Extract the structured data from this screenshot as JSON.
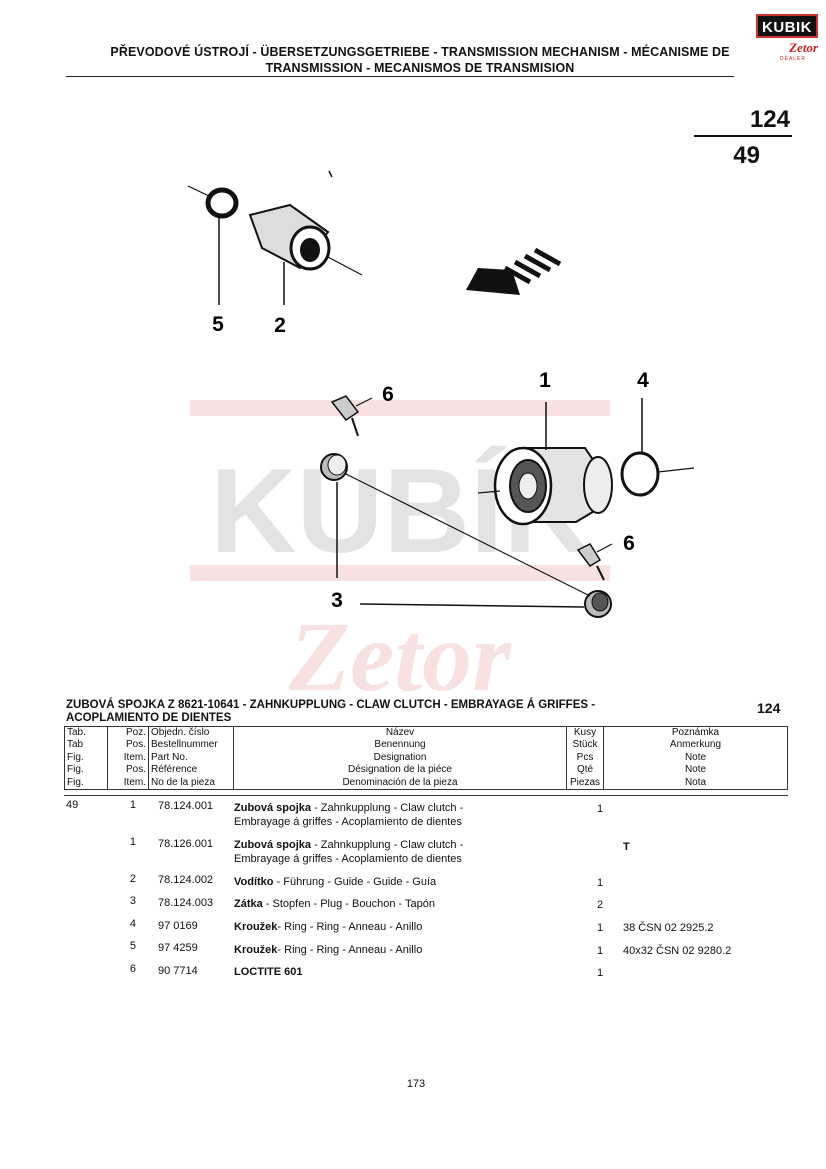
{
  "header": {
    "title_line1": "PŘEVODOVÉ ÚSTROJÍ - ÜBERSETZUNGSGETRIEBE - TRANSMISSION MECHANISM - MÉCANISME DE",
    "title_line2": "TRANSMISSION - MECANISMOS DE TRANSMISION",
    "logo_brand": "KUBIK",
    "logo_sub": "Zetor",
    "logo_dealer": "DEALER"
  },
  "page_ref": {
    "top": "124",
    "bottom": "49"
  },
  "diagram": {
    "callouts": [
      "1",
      "2",
      "3",
      "4",
      "5",
      "6",
      "6"
    ],
    "watermark": "KUBÍK"
  },
  "section": {
    "title_line1": "ZUBOVÁ SPOJKA Z 8621-10641 - ZAHNKUPPLUNG - CLAW CLUTCH - EMBRAYAGE Á GRIFFES -",
    "title_line2": "ACOPLAMIENTO DE DIENTES",
    "number": "124"
  },
  "table_header": {
    "fig": [
      "Tab.",
      "Tab",
      "Fig.",
      "Fig.",
      "Fig."
    ],
    "pos": [
      "Poz.",
      "Pos.",
      "Item.",
      "Pos.",
      "Item."
    ],
    "part": [
      "Objedn. číslo",
      "Bestellnummer",
      "Part No.",
      "Référence",
      "No de la pieza"
    ],
    "name": [
      "Název",
      "Benennung",
      "Designation",
      "Désignation de la piéce",
      "Denominación de la pieza"
    ],
    "qty": [
      "Kusy",
      "Stück",
      "Pcs",
      "Qté",
      "Piezas"
    ],
    "note": [
      "Poznámka",
      "Anmerkung",
      "Note",
      "Note",
      "Nota"
    ]
  },
  "rows": [
    {
      "fig": "49",
      "pos": "1",
      "part": "78.124.001",
      "name_bold": "Zubová spojka",
      "name_rest": " - Zahnkupplung - Claw clutch -",
      "name_line2": "Embrayage á griffes - Acoplamiento de dientes",
      "qty": "1",
      "note": ""
    },
    {
      "fig": "",
      "pos": "1",
      "part": "78.126.001",
      "name_bold": "Zubová spojka",
      "name_rest": " - Zahnkupplung - Claw clutch -",
      "name_line2": "Embrayage á griffes - Acoplamiento de dientes",
      "qty": "",
      "note": "T"
    },
    {
      "fig": "",
      "pos": "2",
      "part": "78.124.002",
      "name_bold": "Vodítko",
      "name_rest": " - Führung - Guide - Guide - Guía",
      "name_line2": "",
      "qty": "1",
      "note": ""
    },
    {
      "fig": "",
      "pos": "3",
      "part": "78.124.003",
      "name_bold": "Zátka",
      "name_rest": " - Stopfen - Plug - Bouchon - Tapón",
      "name_line2": "",
      "qty": "2",
      "note": ""
    },
    {
      "fig": "",
      "pos": "4",
      "part": "97 0169",
      "name_bold": "Kroužek",
      "name_rest": "- Ring - Ring - Anneau - Anillo",
      "name_line2": "",
      "qty": "1",
      "note": "38 ČSN 02 2925.2"
    },
    {
      "fig": "",
      "pos": "5",
      "part": "97 4259",
      "name_bold": "Kroužek",
      "name_rest": "- Ring - Ring - Anneau - Anillo",
      "name_line2": "",
      "qty": "1",
      "note": "40x32 ČSN 02 9280.2"
    },
    {
      "fig": "",
      "pos": "6",
      "part": "90 7714",
      "name_bold": "LOCTITE 601",
      "name_rest": "",
      "name_line2": "",
      "qty": "1",
      "note": ""
    }
  ],
  "footer": {
    "page": "173"
  }
}
